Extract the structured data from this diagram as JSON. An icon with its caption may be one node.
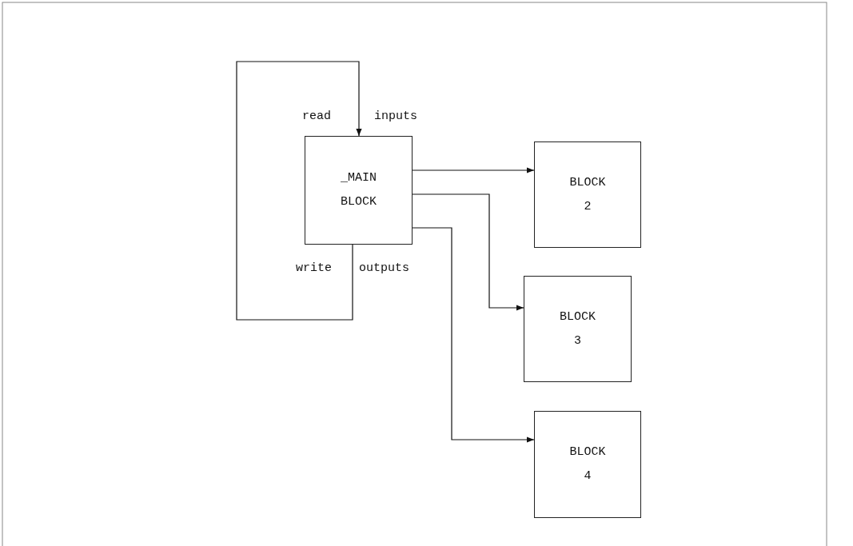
{
  "diagram": {
    "nodes": [
      {
        "text": [
          "_MAIN BLOCK"
        ]
      },
      {
        "text": [
          "BLOCK 2"
        ]
      },
      {
        "text": [
          "BLOCK 3"
        ]
      },
      {
        "text": [
          "BLOCK 4"
        ]
      }
    ],
    "edges": [
      {
        "from": 0,
        "to": 0,
        "arrow": "to"
      },
      {
        "from": 0,
        "to": 1,
        "arrow": "to"
      },
      {
        "from": 0,
        "to": 2,
        "arrow": "to"
      },
      {
        "from": 0,
        "to": 3,
        "arrow": "to"
      }
    ],
    "labels": [
      "read",
      "inputs",
      "write",
      "outputs"
    ]
  }
}
